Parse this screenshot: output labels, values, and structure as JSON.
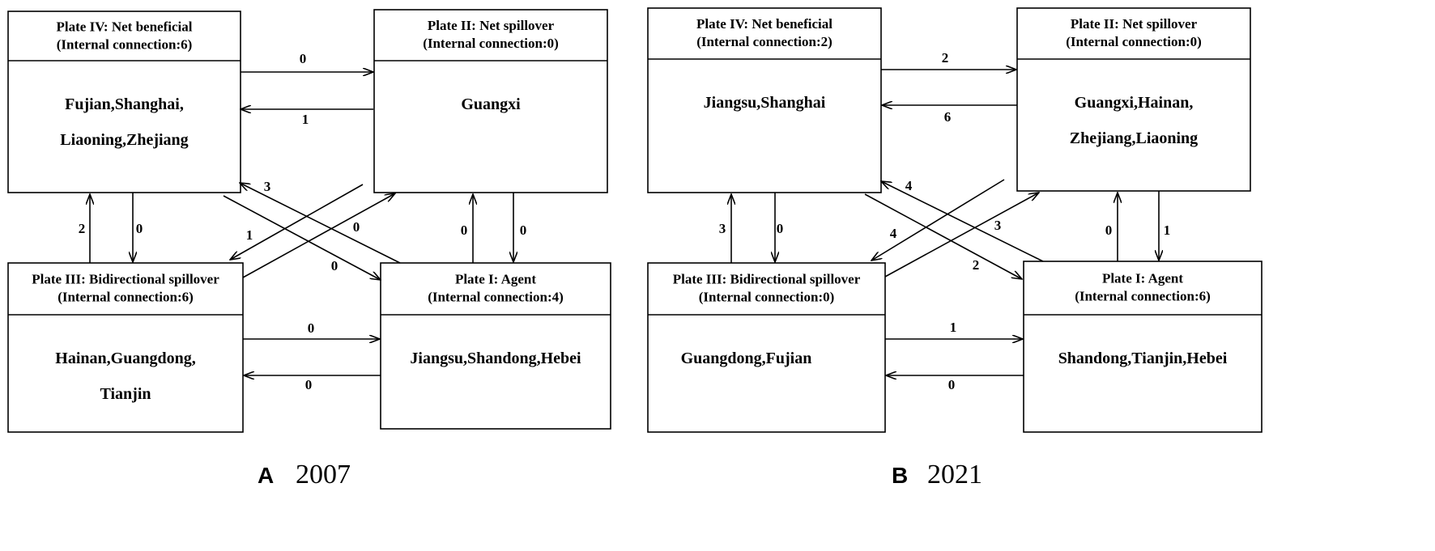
{
  "panels": [
    {
      "id": "A",
      "letter": "A",
      "year": "2007",
      "plates": [
        {
          "key": "IV",
          "title": "Plate IV: Net beneficial",
          "subtitle": "(Internal connection:6)",
          "members": [
            "Fujian,Shanghai,",
            "Liaoning,Zhejiang"
          ]
        },
        {
          "key": "II",
          "title": "Plate II: Net spillover",
          "subtitle": "(Internal connection:0)",
          "members": [
            "Guangxi"
          ]
        },
        {
          "key": "III",
          "title": "Plate III: Bidirectional spillover",
          "subtitle": "(Internal connection:6)",
          "members": [
            "Hainan,Guangdong,",
            "Tianjin"
          ]
        },
        {
          "key": "I",
          "title": "Plate I: Agent",
          "subtitle": "(Internal connection:4)",
          "members": [
            "Jiangsu,Shandong,Hebei"
          ]
        }
      ],
      "edges": [
        {
          "from": "IV",
          "to": "II",
          "label": "0"
        },
        {
          "from": "II",
          "to": "IV",
          "label": "1"
        },
        {
          "from": "IV",
          "to": "III",
          "label": "0"
        },
        {
          "from": "III",
          "to": "IV",
          "label": "2"
        },
        {
          "from": "II",
          "to": "I",
          "label": "0"
        },
        {
          "from": "I",
          "to": "II",
          "label": "0"
        },
        {
          "from": "III",
          "to": "I",
          "label": "0"
        },
        {
          "from": "I",
          "to": "III",
          "label": "0"
        },
        {
          "from": "I",
          "to": "IV",
          "label": "3"
        },
        {
          "from": "IV",
          "to": "I",
          "label": "0"
        },
        {
          "from": "II",
          "to": "III",
          "label": "1"
        },
        {
          "from": "III",
          "to": "II",
          "label": "0"
        }
      ]
    },
    {
      "id": "B",
      "letter": "B",
      "year": "2021",
      "plates": [
        {
          "key": "IV",
          "title": "Plate IV: Net beneficial",
          "subtitle": "(Internal connection:2)",
          "members": [
            "Jiangsu,Shanghai"
          ]
        },
        {
          "key": "II",
          "title": "Plate II: Net spillover",
          "subtitle": "(Internal connection:0)",
          "members": [
            "Guangxi,Hainan,",
            "Zhejiang,Liaoning"
          ]
        },
        {
          "key": "III",
          "title": "Plate III: Bidirectional spillover",
          "subtitle": "(Internal connection:0)",
          "members": [
            "Guangdong,Fujian"
          ]
        },
        {
          "key": "I",
          "title": "Plate I: Agent",
          "subtitle": "(Internal connection:6)",
          "members": [
            "Shandong,Tianjin,Hebei"
          ]
        }
      ],
      "edges": [
        {
          "from": "IV",
          "to": "II",
          "label": "2"
        },
        {
          "from": "II",
          "to": "IV",
          "label": "6"
        },
        {
          "from": "IV",
          "to": "III",
          "label": "0"
        },
        {
          "from": "III",
          "to": "IV",
          "label": "3"
        },
        {
          "from": "II",
          "to": "I",
          "label": "1"
        },
        {
          "from": "I",
          "to": "II",
          "label": "0"
        },
        {
          "from": "III",
          "to": "I",
          "label": "1"
        },
        {
          "from": "I",
          "to": "III",
          "label": "0"
        },
        {
          "from": "I",
          "to": "IV",
          "label": "4"
        },
        {
          "from": "IV",
          "to": "I",
          "label": "2"
        },
        {
          "from": "II",
          "to": "III",
          "label": "4"
        },
        {
          "from": "III",
          "to": "II",
          "label": "3"
        }
      ]
    }
  ]
}
